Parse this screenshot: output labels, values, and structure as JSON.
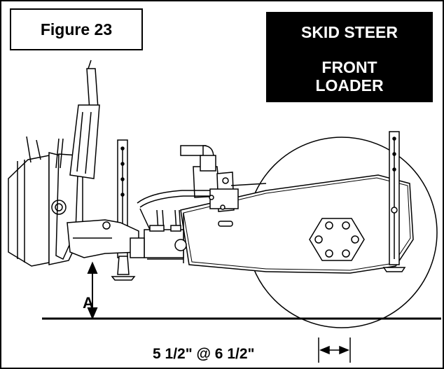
{
  "figure_label": "Figure 23",
  "title_lines": [
    "SKID STEER",
    "FRONT",
    "LOADER"
  ],
  "dimension_label": "A",
  "height_setting": "5 1/2\" @ 6 1/2\""
}
